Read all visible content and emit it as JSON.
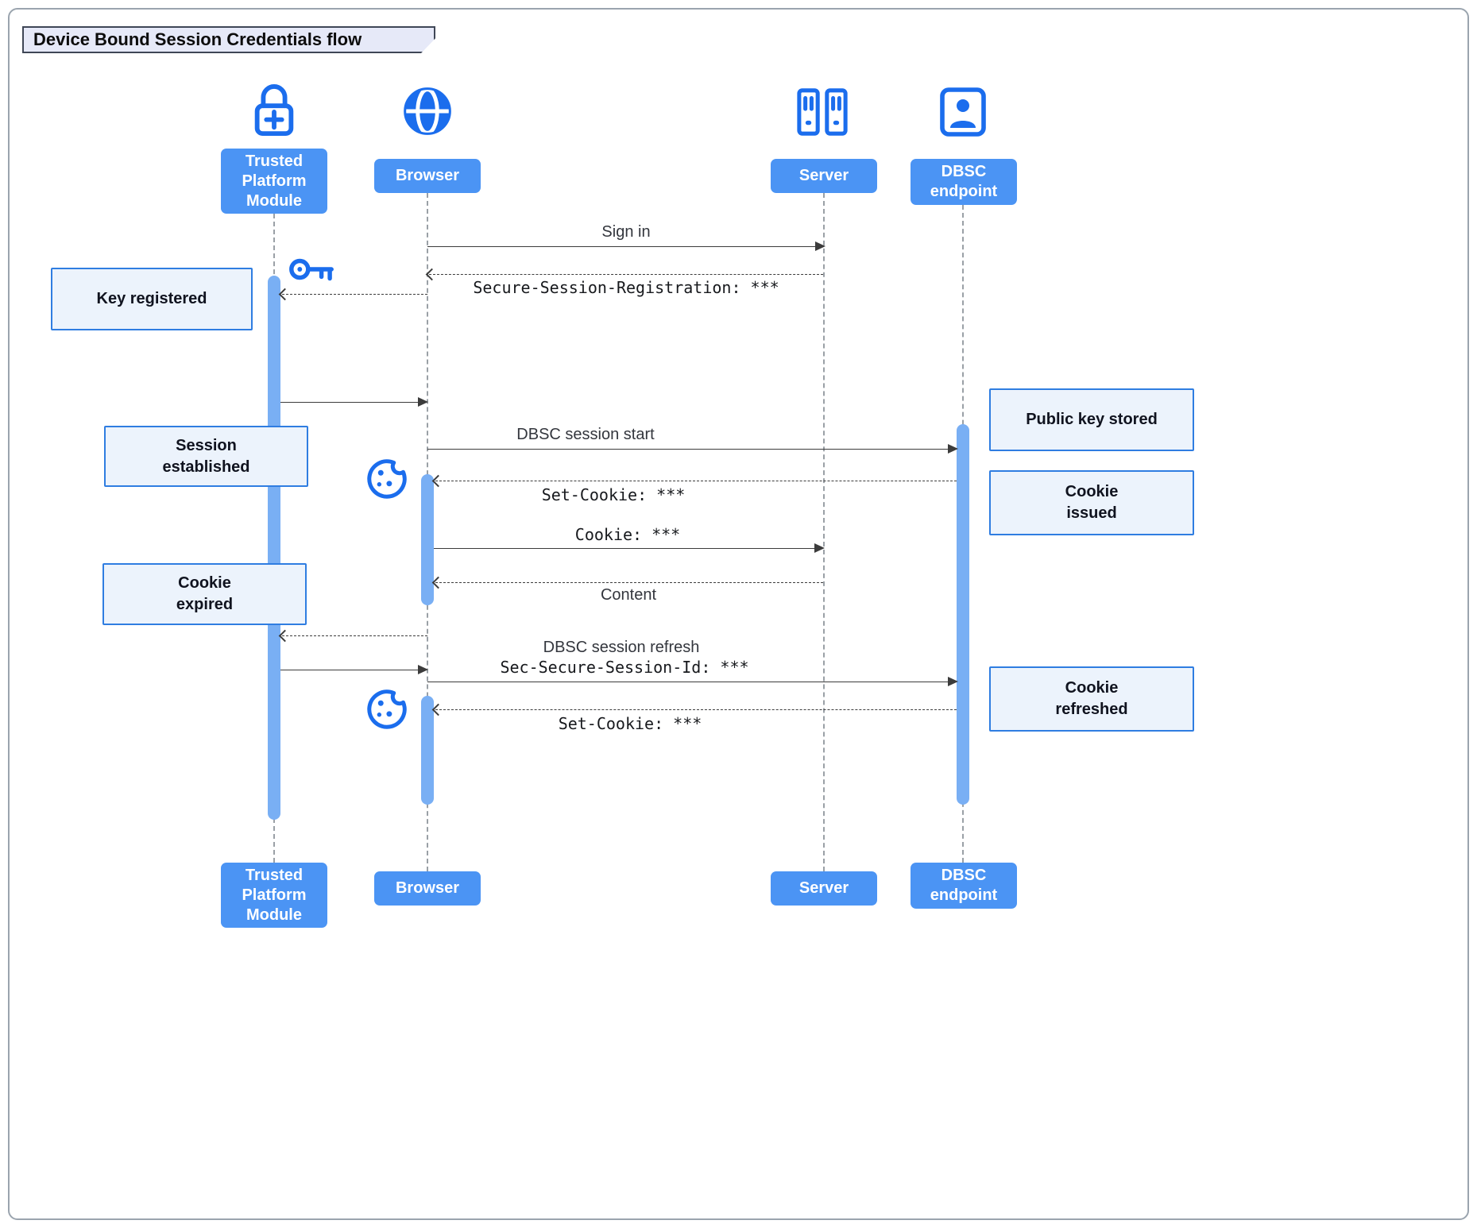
{
  "title": "Device Bound Session Credentials flow",
  "actors": [
    {
      "label": "Trusted\nPlatform\nModule",
      "icon": "lock-plus-icon"
    },
    {
      "label": "Browser",
      "icon": "globe-icon"
    },
    {
      "label": "Server",
      "icon": "server-icon"
    },
    {
      "label": "DBSC\nendpoint",
      "icon": "id-badge-icon"
    }
  ],
  "messages": [
    {
      "label": "Sign in",
      "from": "Browser",
      "to": "Server",
      "style": "solid"
    },
    {
      "label": "Secure-Session-Registration: ***",
      "from": "Server",
      "to": "Browser",
      "style": "dashed",
      "mono": true
    },
    {
      "label": "",
      "from": "Browser",
      "to": "Trusted Platform Module",
      "style": "dashed"
    },
    {
      "label": "",
      "from": "Trusted Platform Module",
      "to": "Browser",
      "style": "solid"
    },
    {
      "label": "DBSC session start",
      "from": "Browser",
      "to": "DBSC endpoint",
      "style": "solid"
    },
    {
      "label": "Set-Cookie: ***",
      "from": "DBSC endpoint",
      "to": "Browser",
      "style": "dashed",
      "mono": true
    },
    {
      "label": "Cookie: ***",
      "from": "Browser",
      "to": "Server",
      "style": "solid",
      "mono": true
    },
    {
      "label": "Content",
      "from": "Server",
      "to": "Browser",
      "style": "dashed"
    },
    {
      "label": "",
      "from": "Browser",
      "to": "Trusted Platform Module",
      "style": "dashed"
    },
    {
      "label": "",
      "from": "Trusted Platform Module",
      "to": "Browser",
      "style": "solid"
    },
    {
      "label": "DBSC session refresh",
      "sublabel": "Sec-Secure-Session-Id: ***",
      "from": "Browser",
      "to": "DBSC endpoint",
      "style": "solid"
    },
    {
      "label": "Set-Cookie: ***",
      "from": "DBSC endpoint",
      "to": "Browser",
      "style": "dashed",
      "mono": true
    }
  ],
  "notes": [
    {
      "label": "Key registered",
      "actor": "Trusted Platform Module",
      "side": "left"
    },
    {
      "label": "Public key stored",
      "actor": "DBSC endpoint",
      "side": "right"
    },
    {
      "label": "Session\nestablished",
      "actor": "Trusted Platform Module",
      "side": "left"
    },
    {
      "label": "Cookie\nissued",
      "actor": "DBSC endpoint",
      "side": "right"
    },
    {
      "label": "Cookie\nexpired",
      "actor": "Trusted Platform Module",
      "side": "left"
    },
    {
      "label": "Cookie\nrefreshed",
      "actor": "DBSC endpoint",
      "side": "right"
    }
  ],
  "decorations": [
    "key-icon",
    "cookie-icon",
    "cookie-icon"
  ],
  "colors": {
    "accent": "#1b6ded",
    "actor_fill": "#4b94f4",
    "activation_fill": "#79aff4",
    "note_fill": "#ecf3fc",
    "note_border": "#2f7de1",
    "arrow_color": "#3c3c3c",
    "lifeline_color": "#9aa0a6",
    "frame_border": "#9aa4ae",
    "title_fill": "#e6e9f8",
    "title_border": "#3f4656",
    "text_dark": "#10131f"
  }
}
